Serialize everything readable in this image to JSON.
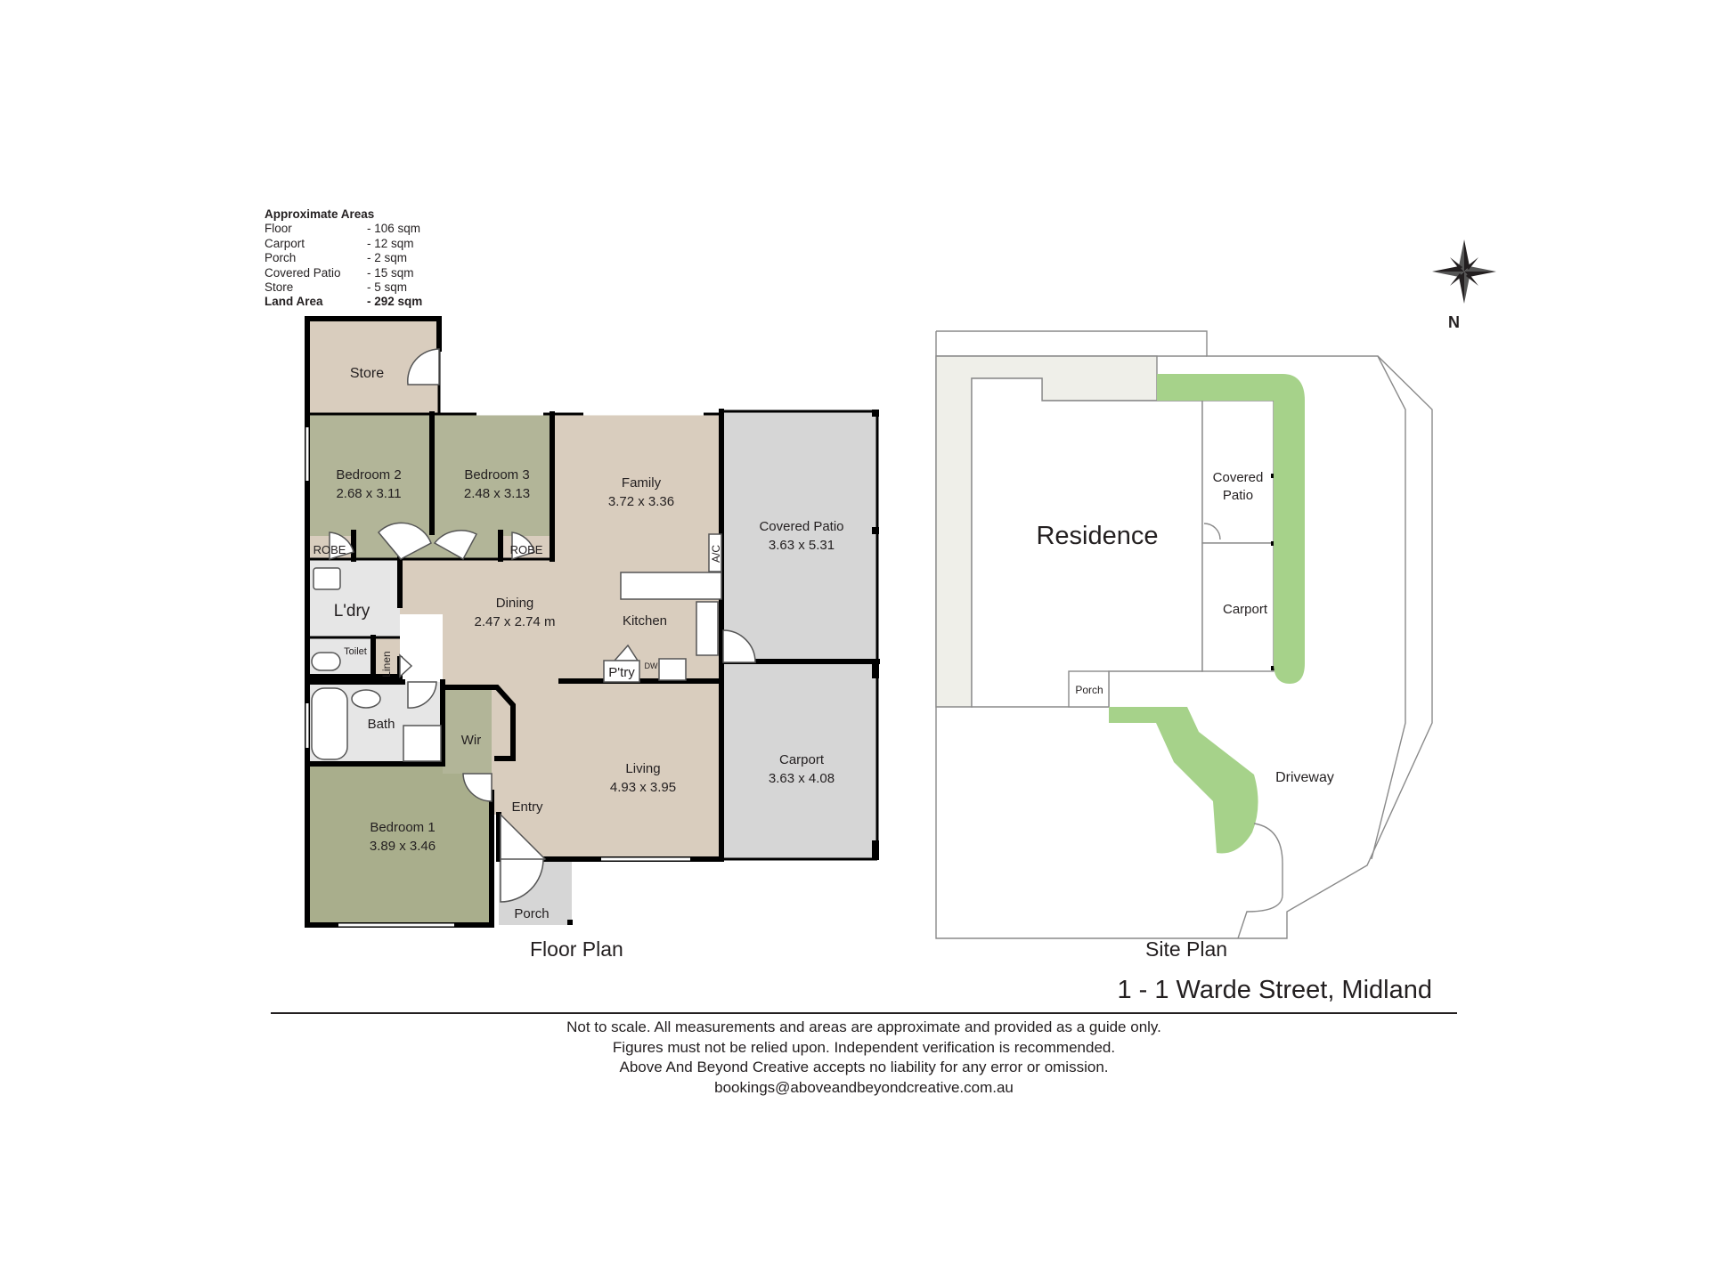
{
  "areas": {
    "heading": "Approximate Areas",
    "rows": [
      {
        "label": "Floor",
        "value": "- 106 sqm"
      },
      {
        "label": "Carport",
        "value": "- 12 sqm"
      },
      {
        "label": "Porch",
        "value": "- 2 sqm"
      },
      {
        "label": "Covered Patio",
        "value": "- 15 sqm"
      },
      {
        "label": "Store",
        "value": "- 5 sqm"
      },
      {
        "label": "Land Area",
        "value": "-  292 sqm"
      }
    ]
  },
  "floor_plan": {
    "title": "Floor Plan",
    "rooms": {
      "store": {
        "name": "Store"
      },
      "bedroom2": {
        "name": "Bedroom 2",
        "size": "2.68 x 3.11"
      },
      "bedroom3": {
        "name": "Bedroom 3",
        "size": "2.48 x 3.13"
      },
      "family": {
        "name": "Family",
        "size": "3.72 x 3.36"
      },
      "covered_patio": {
        "name": "Covered Patio",
        "size": "3.63 x 5.31"
      },
      "robe": "ROBE",
      "ldry": "L'dry",
      "dining": {
        "name": "Dining",
        "size": "2.47 x 2.74 m"
      },
      "kitchen": "Kitchen",
      "ac": "A/C",
      "toilet": "Toilet",
      "linen": "Linen",
      "pantry": "P'try",
      "dw": "DW",
      "bath": "Bath",
      "wir": "Wir",
      "living": {
        "name": "Living",
        "size": "4.93 x 3.95"
      },
      "carport": {
        "name": "Carport",
        "size": "3.63 x 4.08"
      },
      "entry": "Entry",
      "bedroom1": {
        "name": "Bedroom 1",
        "size": "3.89 x 3.46"
      },
      "porch": "Porch"
    }
  },
  "site_plan": {
    "title": "Site Plan",
    "labels": {
      "residence": "Residence",
      "covered_patio_1": "Covered",
      "covered_patio_2": "Patio",
      "carport": "Carport",
      "porch": "Porch",
      "driveway": "Driveway"
    }
  },
  "compass": {
    "label": "N"
  },
  "address": "1 - 1 Warde Street, Midland",
  "disclaimer": [
    "Not to scale. All measurements and areas are approximate and provided as a guide only.",
    "Figures must not be relied upon. Independent verification is recommended.",
    "Above And Beyond Creative accepts no liability for any error or omission.",
    "bookings@aboveandbeyondcreative.com.au"
  ],
  "colors": {
    "bedroom": "#b2b598",
    "bedroom_master": "#a9ae8c",
    "living": "#d9cdbe",
    "outdoor": "#d6d6d6",
    "wet": "#e6e6e6",
    "garden": "#a6d28a",
    "site_bg": "#efefe9"
  }
}
